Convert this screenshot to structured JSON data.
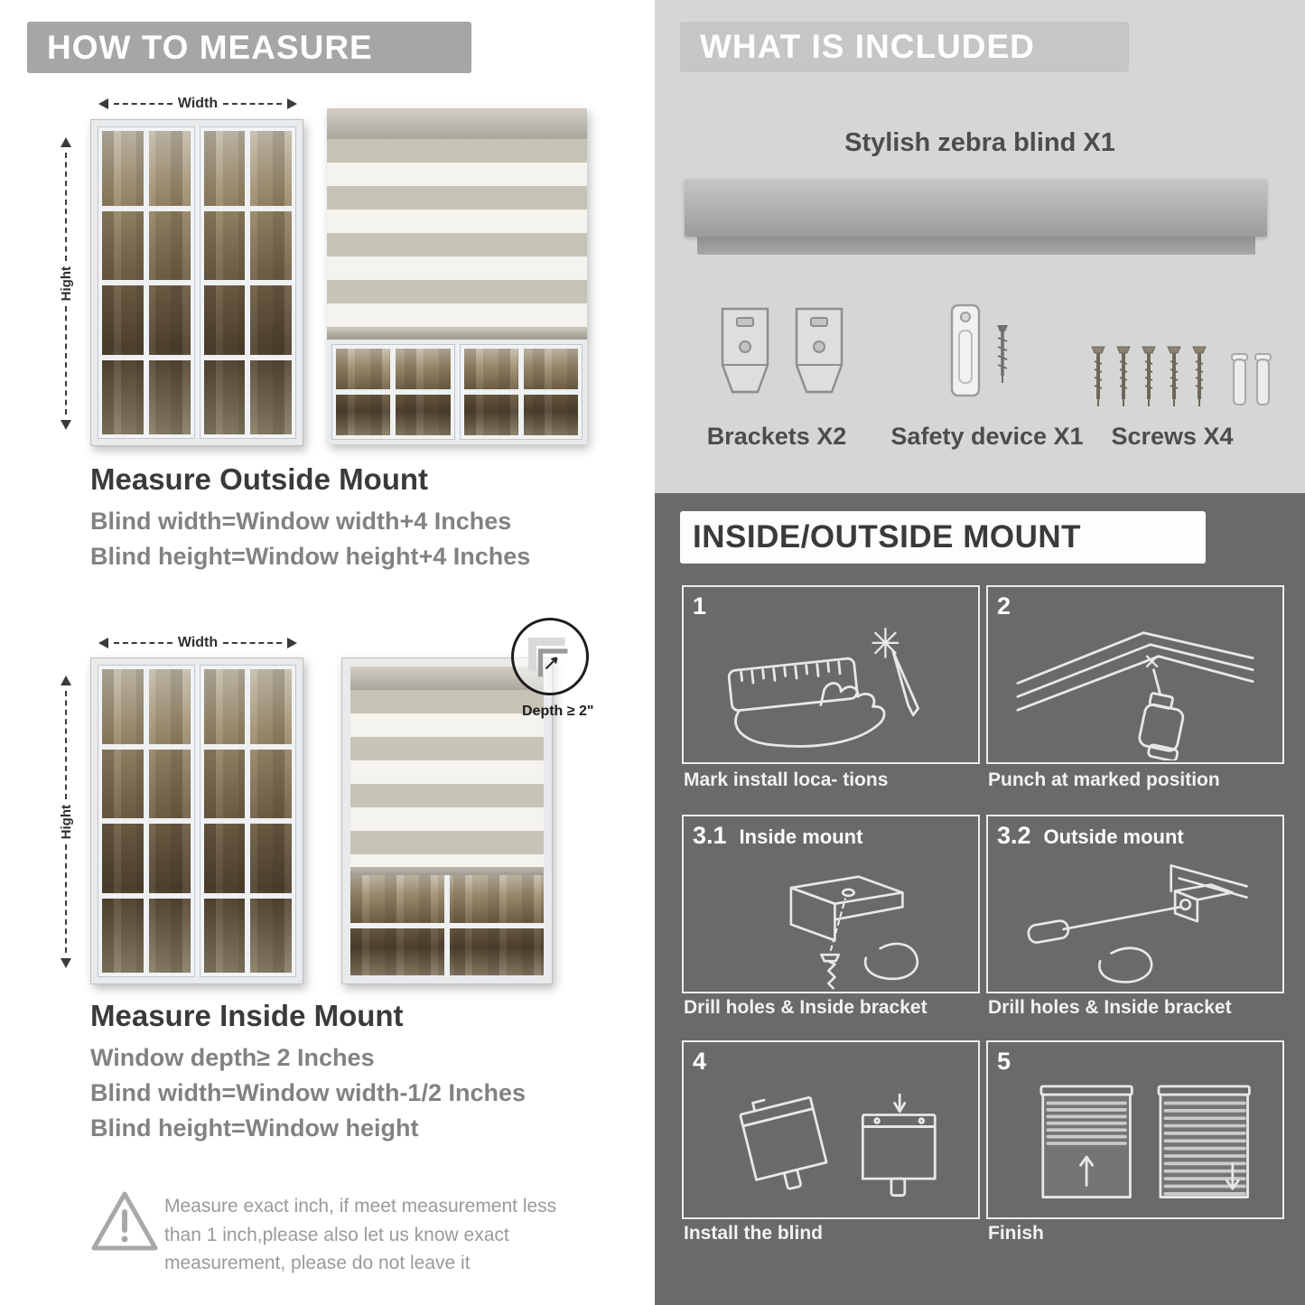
{
  "left": {
    "header": "HOW TO MEASURE",
    "outside": {
      "width_label": "Width",
      "height_label": "Hight",
      "title": "Measure Outside Mount",
      "lines": [
        "Blind width=Window width+4 Inches",
        "Blind height=Window height+4 Inches"
      ]
    },
    "inside": {
      "width_label": "Width",
      "height_label": "Hight",
      "depth_label": "Depth ≥ 2\"",
      "title": "Measure Inside Mount",
      "lines": [
        "Window depth≥ 2 Inches",
        "Blind width=Window width-1/2 Inches",
        "Blind height=Window height"
      ]
    },
    "warning_text": "Measure exact inch, if meet measurement less than 1 inch,please also let us know exact measurement, please do not leave it"
  },
  "included": {
    "header": "WHAT IS INCLUDED",
    "blind_label": "Stylish zebra blind X1",
    "items": [
      {
        "label": "Brackets X2"
      },
      {
        "label": "Safety device X1"
      },
      {
        "label": "Screws X4"
      }
    ]
  },
  "mount": {
    "header": "INSIDE/OUTSIDE MOUNT",
    "steps": [
      {
        "num": "1",
        "caption": "Mark install loca- tions"
      },
      {
        "num": "2",
        "caption": "Punch at  marked position"
      },
      {
        "num": "3.1",
        "title": "Inside mount",
        "caption": "Drill holes &  Inside bracket"
      },
      {
        "num": "3.2",
        "title": "Outside mount",
        "caption": "Drill holes &  Inside bracket"
      },
      {
        "num": "4",
        "caption": "Install the blind"
      },
      {
        "num": "5",
        "caption": "Finish"
      }
    ]
  }
}
